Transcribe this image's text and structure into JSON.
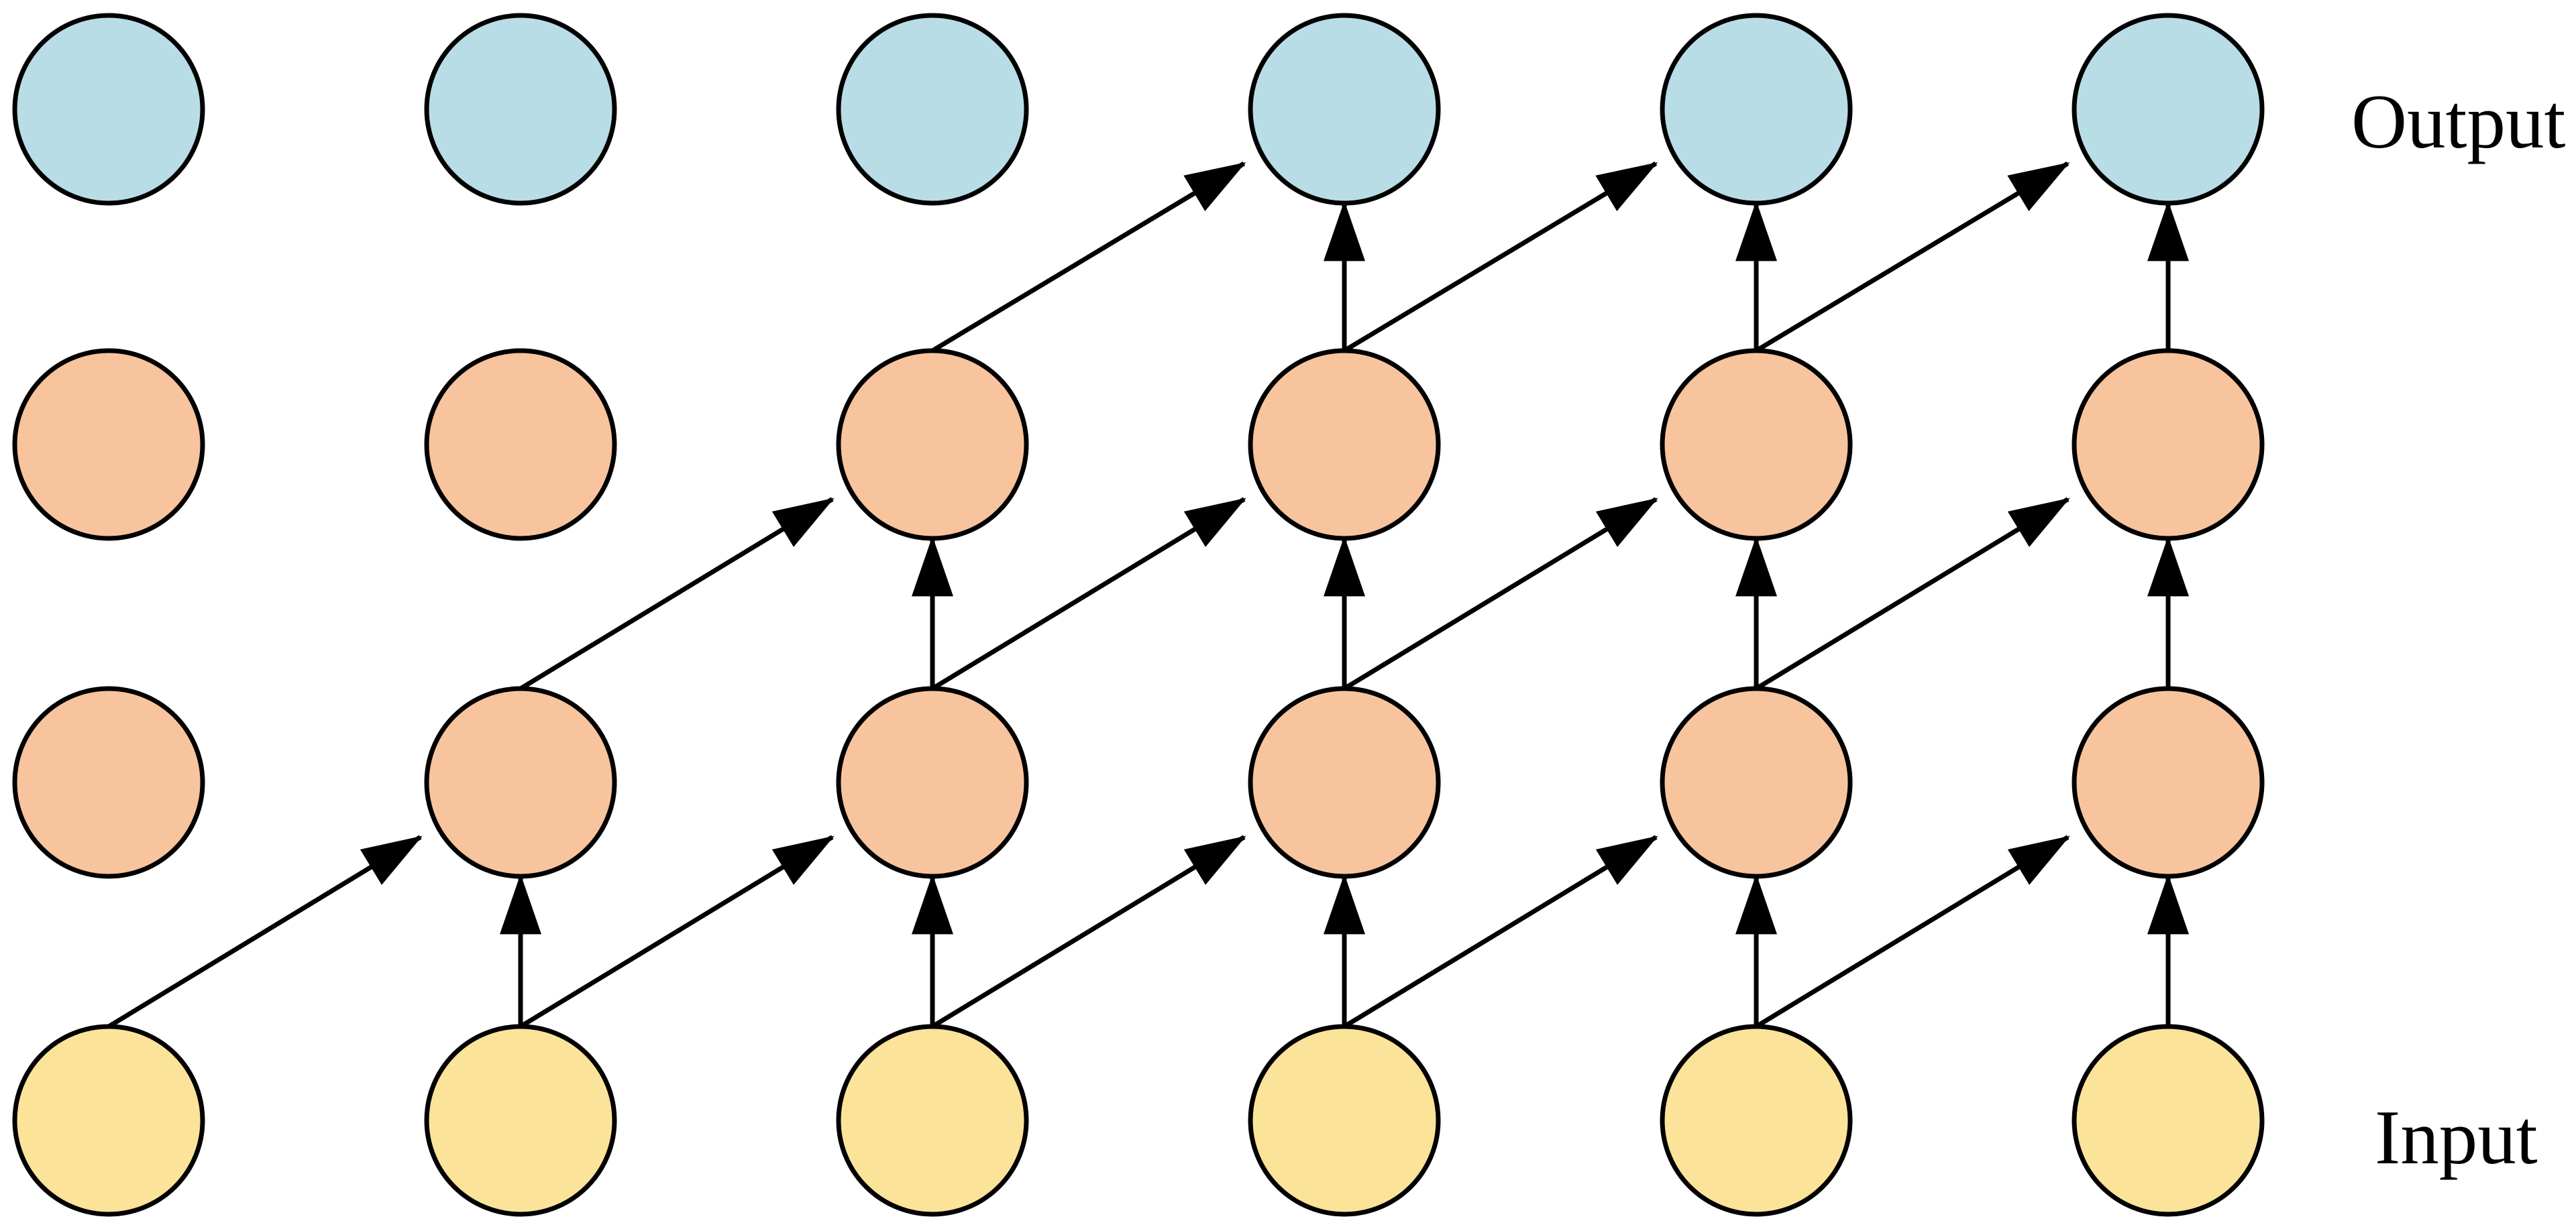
{
  "labels": {
    "output": "Output",
    "input": "Input"
  },
  "colors": {
    "output_node": "#b8dde6",
    "hidden_node": "#f7c49e",
    "input_node": "#fce39a",
    "stroke": "#000000"
  },
  "layers": [
    {
      "name": "input",
      "color_key": "input_node",
      "count": 6
    },
    {
      "name": "hidden-1",
      "color_key": "hidden_node",
      "count": 6
    },
    {
      "name": "hidden-2",
      "color_key": "hidden_node",
      "count": 6
    },
    {
      "name": "output",
      "color_key": "output_node",
      "count": 6
    }
  ],
  "edges": [
    {
      "from": [
        0,
        0
      ],
      "to": [
        1,
        1
      ]
    },
    {
      "from": [
        0,
        1
      ],
      "to": [
        1,
        1
      ]
    },
    {
      "from": [
        0,
        1
      ],
      "to": [
        1,
        2
      ]
    },
    {
      "from": [
        0,
        2
      ],
      "to": [
        1,
        2
      ]
    },
    {
      "from": [
        0,
        2
      ],
      "to": [
        1,
        3
      ]
    },
    {
      "from": [
        0,
        3
      ],
      "to": [
        1,
        3
      ]
    },
    {
      "from": [
        0,
        3
      ],
      "to": [
        1,
        4
      ]
    },
    {
      "from": [
        0,
        4
      ],
      "to": [
        1,
        4
      ]
    },
    {
      "from": [
        0,
        4
      ],
      "to": [
        1,
        5
      ]
    },
    {
      "from": [
        0,
        5
      ],
      "to": [
        1,
        5
      ]
    },
    {
      "from": [
        1,
        1
      ],
      "to": [
        2,
        2
      ]
    },
    {
      "from": [
        1,
        2
      ],
      "to": [
        2,
        2
      ]
    },
    {
      "from": [
        1,
        2
      ],
      "to": [
        2,
        3
      ]
    },
    {
      "from": [
        1,
        3
      ],
      "to": [
        2,
        3
      ]
    },
    {
      "from": [
        1,
        3
      ],
      "to": [
        2,
        4
      ]
    },
    {
      "from": [
        1,
        4
      ],
      "to": [
        2,
        4
      ]
    },
    {
      "from": [
        1,
        4
      ],
      "to": [
        2,
        5
      ]
    },
    {
      "from": [
        1,
        5
      ],
      "to": [
        2,
        5
      ]
    },
    {
      "from": [
        2,
        2
      ],
      "to": [
        3,
        3
      ]
    },
    {
      "from": [
        2,
        3
      ],
      "to": [
        3,
        3
      ]
    },
    {
      "from": [
        2,
        3
      ],
      "to": [
        3,
        4
      ]
    },
    {
      "from": [
        2,
        4
      ],
      "to": [
        3,
        4
      ]
    },
    {
      "from": [
        2,
        4
      ],
      "to": [
        3,
        5
      ]
    },
    {
      "from": [
        2,
        5
      ],
      "to": [
        3,
        5
      ]
    }
  ]
}
